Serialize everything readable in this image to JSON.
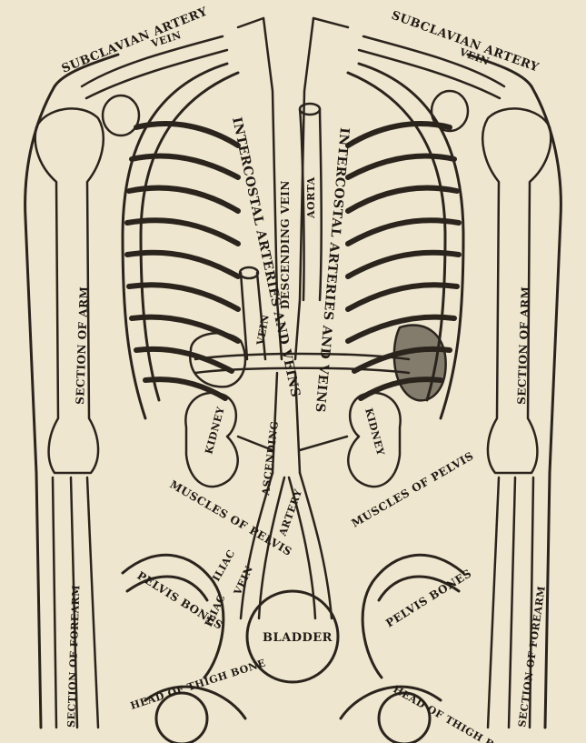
{
  "colors": {
    "paper": "#efe6cf",
    "ink": "#2a241d"
  },
  "labels": {
    "subclavian_artery_left": "SUBCLAVIAN ARTERY",
    "subclavian_vein_left": "VEIN",
    "subclavian_artery_right": "SUBCLAVIAN ARTERY",
    "subclavian_vein_right": "VEIN",
    "intercostal_left": "INTERCOSTAL ARTERIES AND VEINS",
    "intercostal_right": "INTERCOSTAL ARTERIES AND VEINS",
    "descending_vein": "DESCENDING VEIN",
    "aorta": "AORTA",
    "vein": "VEIN",
    "section_of_arm_left": "SECTION OF ARM",
    "section_of_arm_right": "SECTION OF ARM",
    "kidney_left": "KIDNEY",
    "kidney_right": "KIDNEY",
    "ascending": "ASCENDING",
    "artery": "ARTERY",
    "muscles_left": "MUSCLES OF PELVIS",
    "muscles_right": "MUSCLES OF PELVIS",
    "iliac_1": "ILIAC",
    "iliac_2": "ILIAC",
    "iliac_vein": "VEIN",
    "bladder": "BLADDER",
    "pelvis_bones_left": "PELVIS BONES",
    "pelvis_bones_right": "PELVIS BONES",
    "section_of_forearm_left": "SECTION OF FOREARM",
    "section_of_forearm_right": "SECTION OF FOREARM",
    "head_thigh_left": "HEAD OF THIGH BONE",
    "head_thigh_right": "HEAD OF THIGH BONE"
  }
}
